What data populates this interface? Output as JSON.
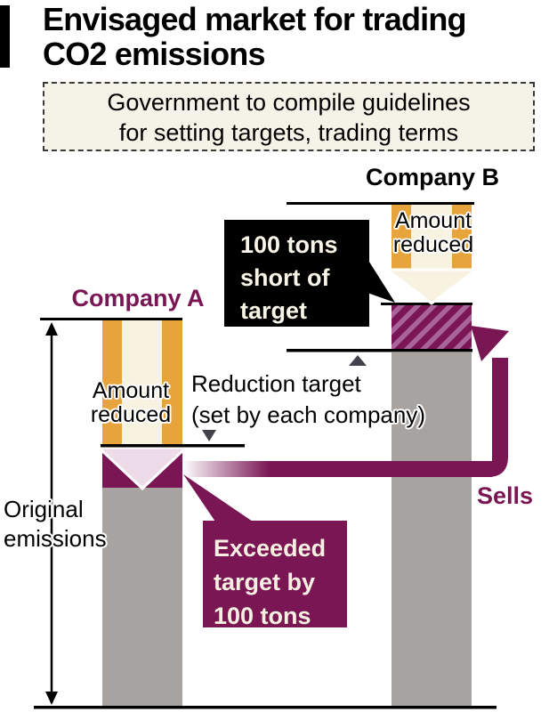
{
  "title": {
    "line1": "Envisaged market for trading",
    "line2": "CO2 emissions"
  },
  "note": {
    "line1": "Government to compile guidelines",
    "line2": "for setting targets, trading terms"
  },
  "company_a": {
    "label": "Company A",
    "amount_reduced": {
      "line1": "Amount",
      "line2": "reduced"
    },
    "exceeded_box": {
      "line1": "Exceeded",
      "line2": "target by",
      "line3": "100 tons"
    }
  },
  "company_b": {
    "label": "Company B",
    "amount_reduced": {
      "line1": "Amount",
      "line2": "reduced"
    },
    "short_box": {
      "line1": "100 tons",
      "line2": "short of",
      "line3": "target"
    }
  },
  "annotations": {
    "reduction_target": {
      "line1": "Reduction target",
      "line2": "(set by each company)"
    },
    "original_emissions": {
      "line1": "Original",
      "line2": "emissions"
    },
    "sells": "Sells"
  },
  "colors": {
    "magenta": "#7a1654",
    "yellow": "#e7a43c",
    "cream": "#f8f2e1",
    "pink_arrow": "#eedbe9",
    "gray_bar": "#a6a3a1",
    "note_bg": "#f5f3e7",
    "hatch_light": "#a8649b",
    "black": "#000000"
  }
}
